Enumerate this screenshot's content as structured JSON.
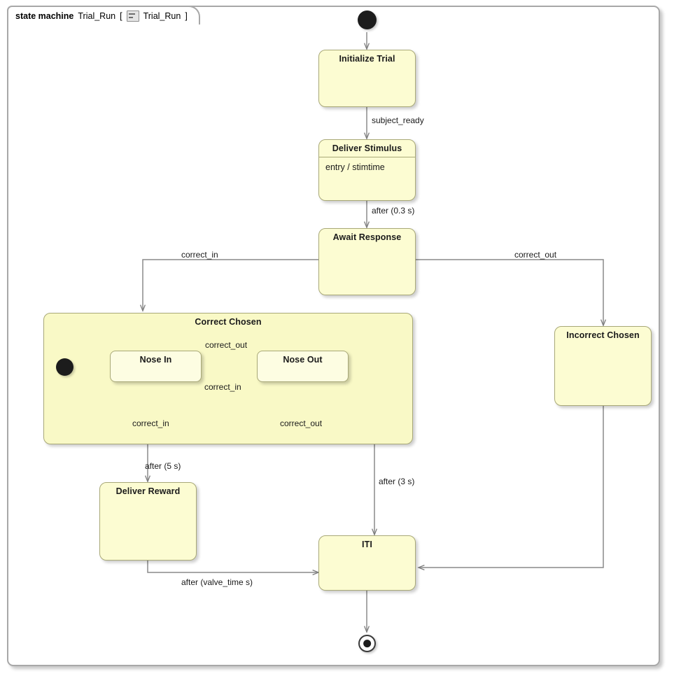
{
  "frame": {
    "keyword": "state machine",
    "name": "Trial_Run",
    "bracket_open": "[",
    "icon": "state-machine-icon",
    "qualified_name": "Trial_Run",
    "bracket_close": "]"
  },
  "colors": {
    "state_fill": "#fcfcd2",
    "composite_fill": "#f9f9c6",
    "substate_fill": "#fdfde2",
    "state_border": "#a9a978",
    "edge": "#8a8a8a",
    "frame_border": "#a8a8a8",
    "pseudostate": "#1c1c1c",
    "background": "#ffffff"
  },
  "states": [
    {
      "id": "initialize_trial",
      "name": "Initialize Trial",
      "kind": "simple"
    },
    {
      "id": "deliver_stimulus",
      "name": "Deliver Stimulus",
      "kind": "simple",
      "compartment": "entry / stimtime"
    },
    {
      "id": "await_response",
      "name": "Await Response",
      "kind": "simple"
    },
    {
      "id": "correct_chosen",
      "name": "Correct Chosen",
      "kind": "composite"
    },
    {
      "id": "nose_in",
      "name": "Nose In",
      "kind": "substate"
    },
    {
      "id": "nose_out",
      "name": "Nose Out",
      "kind": "substate"
    },
    {
      "id": "incorrect_chosen",
      "name": "Incorrect Chosen",
      "kind": "simple"
    },
    {
      "id": "deliver_reward",
      "name": "Deliver Reward",
      "kind": "simple"
    },
    {
      "id": "iti",
      "name": "ITI",
      "kind": "simple"
    }
  ],
  "pseudostates": [
    {
      "id": "initial_top",
      "kind": "initial"
    },
    {
      "id": "initial_correct",
      "kind": "initial"
    },
    {
      "id": "final_bottom",
      "kind": "final"
    }
  ],
  "transitions": [
    {
      "id": "t1",
      "source": "initial_top",
      "target": "initialize_trial",
      "label": ""
    },
    {
      "id": "t2",
      "source": "initialize_trial",
      "target": "deliver_stimulus",
      "label": "subject_ready"
    },
    {
      "id": "t3",
      "source": "deliver_stimulus",
      "target": "await_response",
      "label": "after (0.3 s)"
    },
    {
      "id": "t4",
      "source": "await_response",
      "target": "correct_chosen",
      "label": "correct_in"
    },
    {
      "id": "t5",
      "source": "await_response",
      "target": "incorrect_chosen",
      "label": "correct_out"
    },
    {
      "id": "t6",
      "source": "initial_correct",
      "target": "nose_in",
      "label": ""
    },
    {
      "id": "t7",
      "source": "nose_in",
      "target": "nose_out",
      "label": "correct_out"
    },
    {
      "id": "t8",
      "source": "nose_out",
      "target": "nose_in",
      "label": "correct_in"
    },
    {
      "id": "t9",
      "source": "nose_in",
      "target": "nose_in",
      "label": "correct_in"
    },
    {
      "id": "t10",
      "source": "nose_out",
      "target": "nose_out",
      "label": "correct_out"
    },
    {
      "id": "t11",
      "source": "correct_chosen",
      "target": "deliver_reward",
      "label": "after (5 s)"
    },
    {
      "id": "t12",
      "source": "nose_out",
      "target": "iti",
      "label": "after (3 s)"
    },
    {
      "id": "t13",
      "source": "deliver_reward",
      "target": "iti",
      "label": "after (valve_time s)"
    },
    {
      "id": "t14",
      "source": "incorrect_chosen",
      "target": "iti",
      "label": ""
    },
    {
      "id": "t15",
      "source": "iti",
      "target": "final_bottom",
      "label": ""
    }
  ]
}
